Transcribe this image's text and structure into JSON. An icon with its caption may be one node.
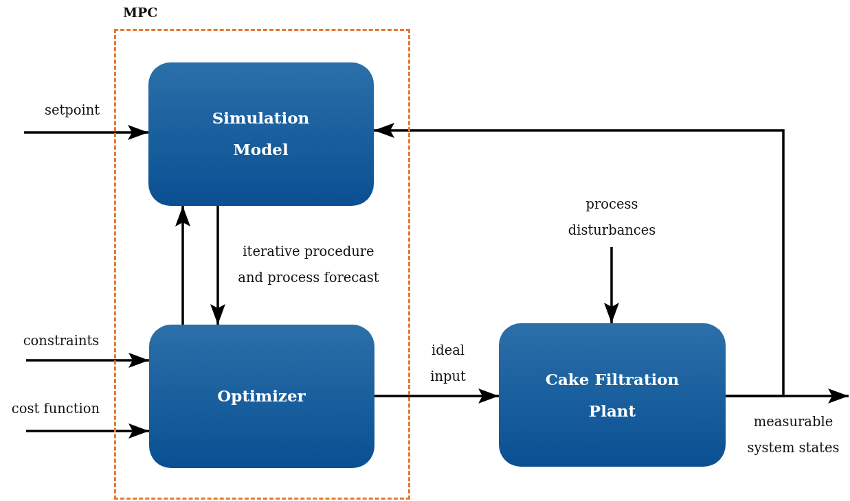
{
  "diagram": {
    "nodes": [
      {
        "text": [
          "MPC"
        ]
      },
      {
        "text": [
          "Simulation Model"
        ],
        "in": 0
      },
      {
        "text": [
          "Optimizer"
        ],
        "in": 0
      },
      {
        "text": [
          "Cake Filtration Plant"
        ]
      }
    ],
    "edges": [
      {
        "from": null,
        "to": 1,
        "arrow": "to",
        "label": "setpoint"
      },
      {
        "from": null,
        "to": 2,
        "arrow": "to",
        "label": "constraints"
      },
      {
        "from": null,
        "to": 2,
        "arrow": "to",
        "label": "cost function"
      },
      {
        "from": 2,
        "to": 1,
        "arrow": "to"
      },
      {
        "from": 1,
        "to": 2,
        "arrow": "to",
        "label": "iterative procedure and process forecast"
      },
      {
        "from": 2,
        "to": 3,
        "arrow": "to",
        "label": "ideal input"
      },
      {
        "from": null,
        "to": 3,
        "arrow": "to",
        "label": "process disturbances"
      },
      {
        "from": 3,
        "to": null,
        "arrow": "to",
        "label": "measurable system states"
      },
      {
        "from": 3,
        "to": 1,
        "arrow": "to"
      }
    ]
  }
}
